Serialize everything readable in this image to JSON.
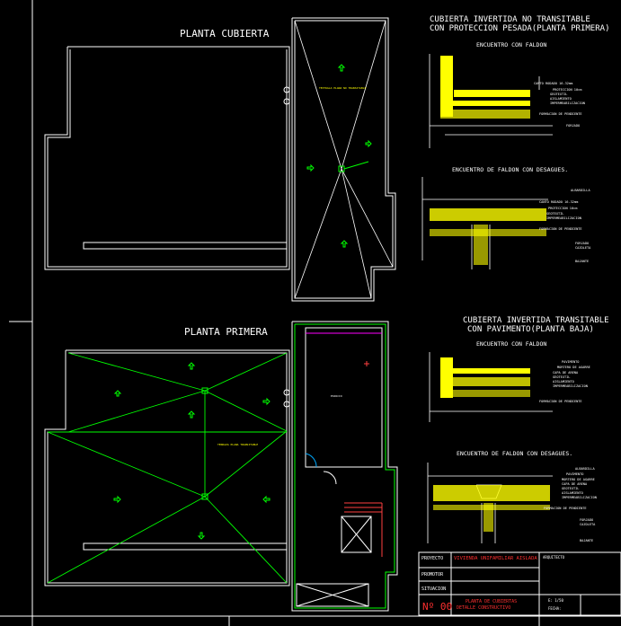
{
  "titles": {
    "planta_cubierta": "PLANTA CUBIERTA",
    "planta_primera": "PLANTA PRIMERA",
    "cub_no_transitable_1": "CUBIERTA INVERTIDA NO TRANSITABLE",
    "cub_no_transitable_2": "CON PROTECCION PESADA(PLANTA PRIMERA)",
    "cub_transitable_1": "CUBIERTA INVERTIDA TRANSITABLE",
    "cub_transitable_2": "CON PAVIMENTO(PLANTA BAJA)"
  },
  "details": {
    "encuentro_faldon": "ENCUENTRO CON FALDON",
    "encuentro_desagues": "ENCUENTRO DE FALDON CON DESAGUES."
  },
  "title_block": {
    "proyecto_label": "PROYECTO",
    "proyecto_value": "VIVIENDA UNIFAMILIAR AISLADA",
    "arquitecto_label": "ARQUITECTO",
    "promotor_label": "PROMOTOR",
    "situacion_label": "SITUACION",
    "numero": "Nº 00",
    "plano_line1": "PLANTA DE CUBIERTAS",
    "plano_line2": "DETALLE CONSTRUCTIVO",
    "escala": "E: 1/50",
    "fecha": "FECHA:"
  },
  "colors": {
    "background": "#000000",
    "lines": "#ffffff",
    "accent_green": "#00ff00",
    "hatch_yellow": "#ffff00",
    "text_red": "#ff3030",
    "magenta": "#ff00ff"
  }
}
